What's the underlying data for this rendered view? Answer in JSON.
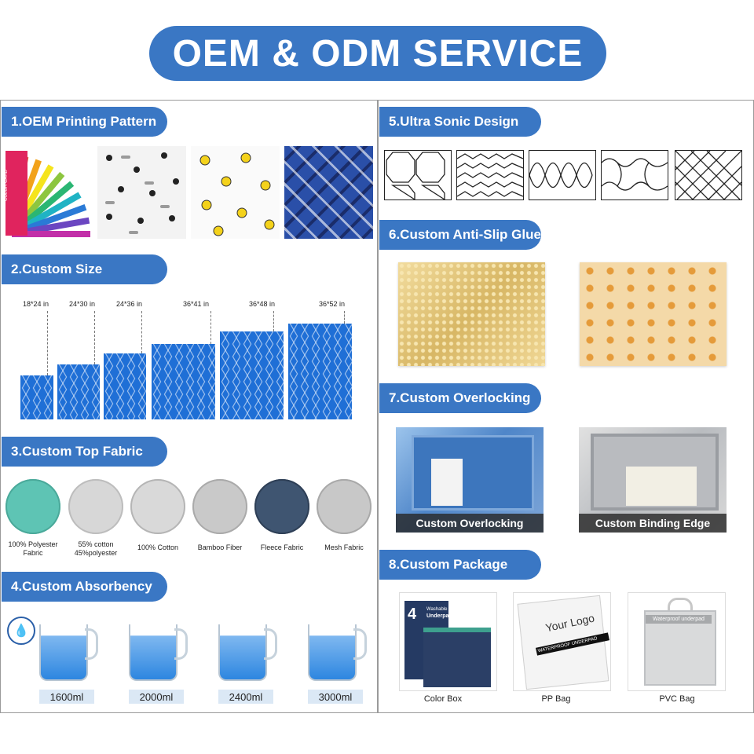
{
  "banner": "OEM & ODM SERVICE",
  "sections": {
    "s1": "1.OEM Printing Pattern",
    "s2": "2.Custom Size",
    "s3": "3.Custom Top Fabric",
    "s4": "4.Custom Absorbency",
    "s5": "5.Ultra Sonic Design",
    "s6": "6.Custom Anti-Slip Glue",
    "s7": "7.Custom Overlocking",
    "s8": "8.Custom Package"
  },
  "color_card_text": "COLOR CARD",
  "sizes": [
    "18*24 in",
    "24*30 in",
    "24*36 in",
    "36*41 in",
    "36*48 in",
    "36*52 in"
  ],
  "fabrics": [
    {
      "label1": "100% Polyester",
      "label2": "Fabric",
      "color": "#5ec4b4"
    },
    {
      "label1": "55% cotton",
      "label2": "45%polyester",
      "color": "#d7d7d7"
    },
    {
      "label1": "100% Cotton",
      "label2": "",
      "color": "#d9d9d9"
    },
    {
      "label1": "Bamboo Fiber",
      "label2": "",
      "color": "#c9c9c9"
    },
    {
      "label1": "Fleece Fabric",
      "label2": "",
      "color": "#3f5571"
    },
    {
      "label1": "Mesh Fabric",
      "label2": "",
      "color": "#c8c8c8"
    }
  ],
  "absorbency": [
    "1600ml",
    "2000ml",
    "2400ml",
    "3000ml"
  ],
  "overlocking": [
    "Custom Overlocking",
    "Custom Binding Edge"
  ],
  "packages": [
    {
      "label": "Color Box",
      "top": "Washable",
      "sub": "Underpads",
      "count": "4"
    },
    {
      "label": "PP Bag",
      "top": "Your Logo",
      "sub": "WATERPROOF UNDERPAD"
    },
    {
      "label": "PVC Bag",
      "top": "Waterproof underpad"
    }
  ],
  "colors": {
    "accent": "#3a77c4",
    "pad_blue": "#1f6fd6"
  }
}
